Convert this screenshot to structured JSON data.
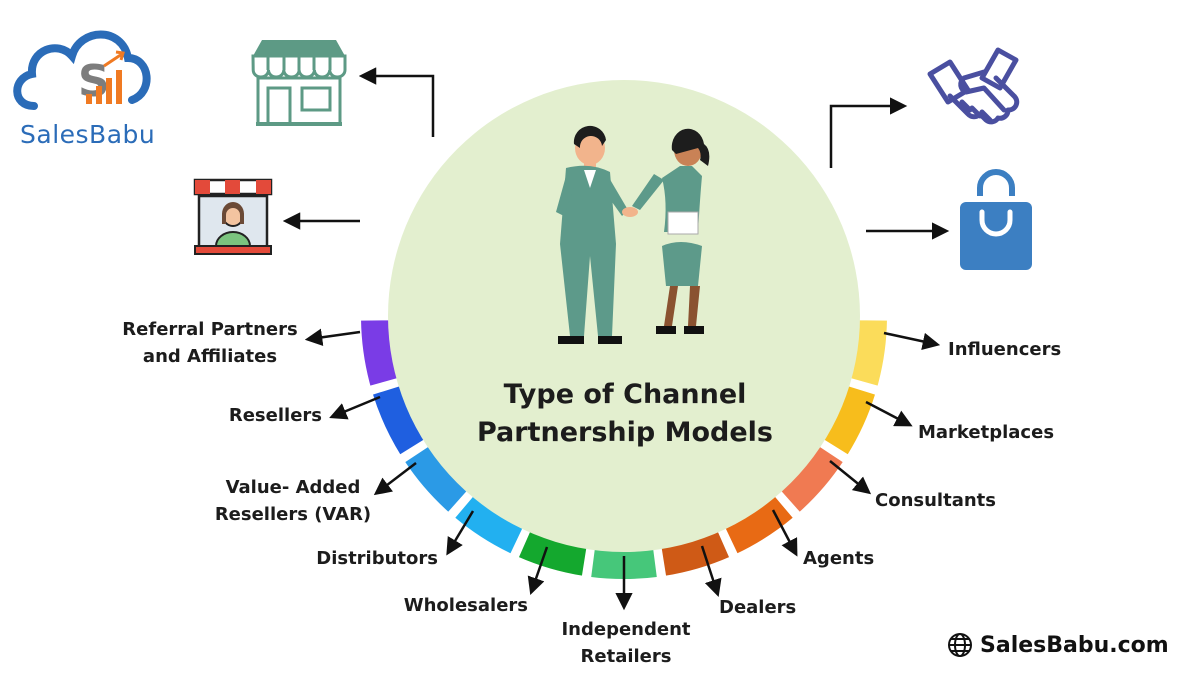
{
  "brand": {
    "logo_text": "SalesBabu",
    "footer_site": "SalesBabu.com"
  },
  "center": {
    "title_line1": "Type of Channel",
    "title_line2": "Partnership Models"
  },
  "colors": {
    "circle_fill": "#e3efcf",
    "ring_segments": [
      "#7a3ce6",
      "#1f5fe0",
      "#2b9ae6",
      "#22b0f0",
      "#14a82e",
      "#46c77a",
      "#cf5a16",
      "#e86a14",
      "#f07a52",
      "#f7bd1c",
      "#fbdc5a"
    ],
    "brand_blue": "#2b6cb8",
    "icon_teal": "#5d9a85",
    "icon_navy": "#4a4fa0",
    "bag_blue": "#3c7fc2"
  },
  "icons": [
    "salesbabu-logo-icon",
    "storefront-icon",
    "shopkeeper-icon",
    "handshake-icon",
    "shopping-bag-icon",
    "globe-icon",
    "business-handshake-illustration"
  ],
  "labels": {
    "referral_line1": "Referral Partners",
    "referral_line2": "and Affiliates",
    "resellers": "Resellers",
    "var_line1": "Value- Added",
    "var_line2": "Resellers (VAR)",
    "distributors": "Distributors",
    "wholesalers": "Wholesalers",
    "independent_line1": "Independent",
    "independent_line2": "Retailers",
    "dealers": "Dealers",
    "agents": "Agents",
    "consultants": "Consultants",
    "marketplaces": "Marketplaces",
    "influencers": "Influencers"
  }
}
